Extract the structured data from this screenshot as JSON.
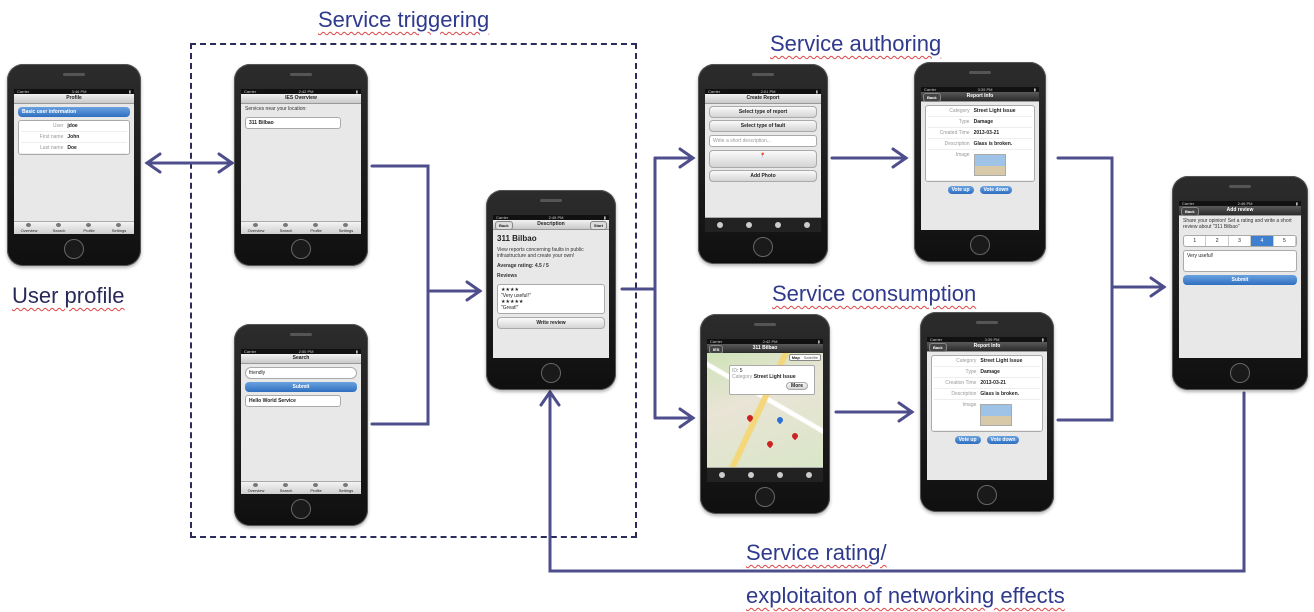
{
  "labels": {
    "service_triggering": "Service triggering",
    "service_authoring": "Service authoring",
    "service_consumption": "Service consumption",
    "user_profile": "User profile",
    "service_rating_1": "Service rating/",
    "service_rating_2": "exploitaiton of networking effects"
  },
  "colors": {
    "arrow": "#4e4e8c",
    "label": "#2f3a8c"
  },
  "phones": {
    "profile": {
      "time": "3:46 PM",
      "title": "Profile",
      "section": "Basic user information",
      "fields": [
        {
          "k": "User",
          "v": "jdoe"
        },
        {
          "k": "First name",
          "v": "John"
        },
        {
          "k": "Last name",
          "v": "Doe"
        }
      ],
      "tabs": [
        "Overview",
        "Search",
        "Profile",
        "Settings"
      ]
    },
    "overview": {
      "time": "2:42 PM",
      "title": "IES Overview",
      "text": "Services near your location:",
      "item": "311 Bilbao",
      "tabs": [
        "Overview",
        "Search",
        "Profile",
        "Settings"
      ]
    },
    "search": {
      "time": "2:50 PM",
      "title": "Search",
      "query": "friendly",
      "submit": "Submit",
      "result": "Hello World Service",
      "tabs": [
        "Overview",
        "Search",
        "Profile",
        "Settings"
      ]
    },
    "description": {
      "time": "2:45 PM",
      "back": "Back",
      "title": "Description",
      "right": "Start",
      "name": "311 Bilbao",
      "text": "View reports concerning faults in public infrastructure and create your own!",
      "avg": "Average rating: 4.5 / 5",
      "reviews_label": "Reviews",
      "reviews": [
        {
          "stars": "★★★★",
          "text": "\"Very useful!\""
        },
        {
          "stars": "★★★★★",
          "text": "\"Great!\""
        }
      ],
      "write": "Write review"
    },
    "create": {
      "time": "2:01 PM",
      "title": "Create Report",
      "b1": "Select type of report",
      "b2": "Select type of fault",
      "placeholder": "Write a short description...",
      "photo": "Add Photo"
    },
    "report1": {
      "time": "3:39 PM",
      "back": "Back",
      "title": "Report Info",
      "rows": [
        {
          "k": "Category",
          "v": "Street Light Issue"
        },
        {
          "k": "Type",
          "v": "Damage"
        },
        {
          "k": "Created Time",
          "v": "2013-03-21"
        },
        {
          "k": "Description",
          "v": "Glass is broken."
        },
        {
          "k": "Image",
          "v": ""
        }
      ],
      "vote_up": "Vote up",
      "vote_down": "Vote down"
    },
    "map": {
      "time": "2:42 PM",
      "back": "IES",
      "title": "311 Bilbao",
      "seg1": "Map",
      "seg2": "Satellite",
      "id_k": "ID",
      "id_v": "5",
      "cat_k": "Category",
      "cat_v": "Street Light Issue",
      "more": "More"
    },
    "report2": {
      "time": "3:39 PM",
      "back": "Back",
      "title": "Report Info",
      "rows": [
        {
          "k": "Category",
          "v": "Street Light Issue"
        },
        {
          "k": "Type",
          "v": "Damage"
        },
        {
          "k": "Creation Time",
          "v": "2013-03-21"
        },
        {
          "k": "Description",
          "v": "Glass is broken."
        },
        {
          "k": "Image",
          "v": ""
        }
      ],
      "vote_up": "Vote up",
      "vote_down": "Vote down"
    },
    "review": {
      "time": "2:46 PM",
      "back": "Back",
      "title": "Add review",
      "text": "Share your opinion! Set a rating and write a short review about \"311 Bilbao\"",
      "ratings": [
        "1",
        "2",
        "3",
        "4",
        "5"
      ],
      "selected": "4",
      "input": "Very useful!",
      "submit": "Submit"
    }
  }
}
